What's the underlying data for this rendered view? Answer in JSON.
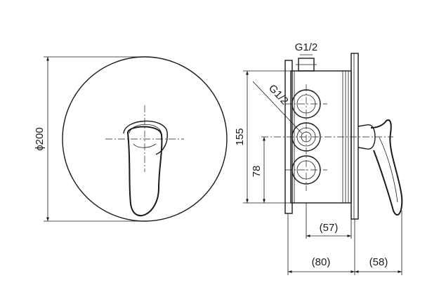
{
  "dimensions": {
    "front_diameter": "ϕ200",
    "inlet_thread_top": "G1/2",
    "inlet_thread_side": "G1/2",
    "height_155": "155",
    "height_78": "78",
    "depth_57": "(57)",
    "depth_80": "(80)",
    "depth_58": "(58)"
  }
}
